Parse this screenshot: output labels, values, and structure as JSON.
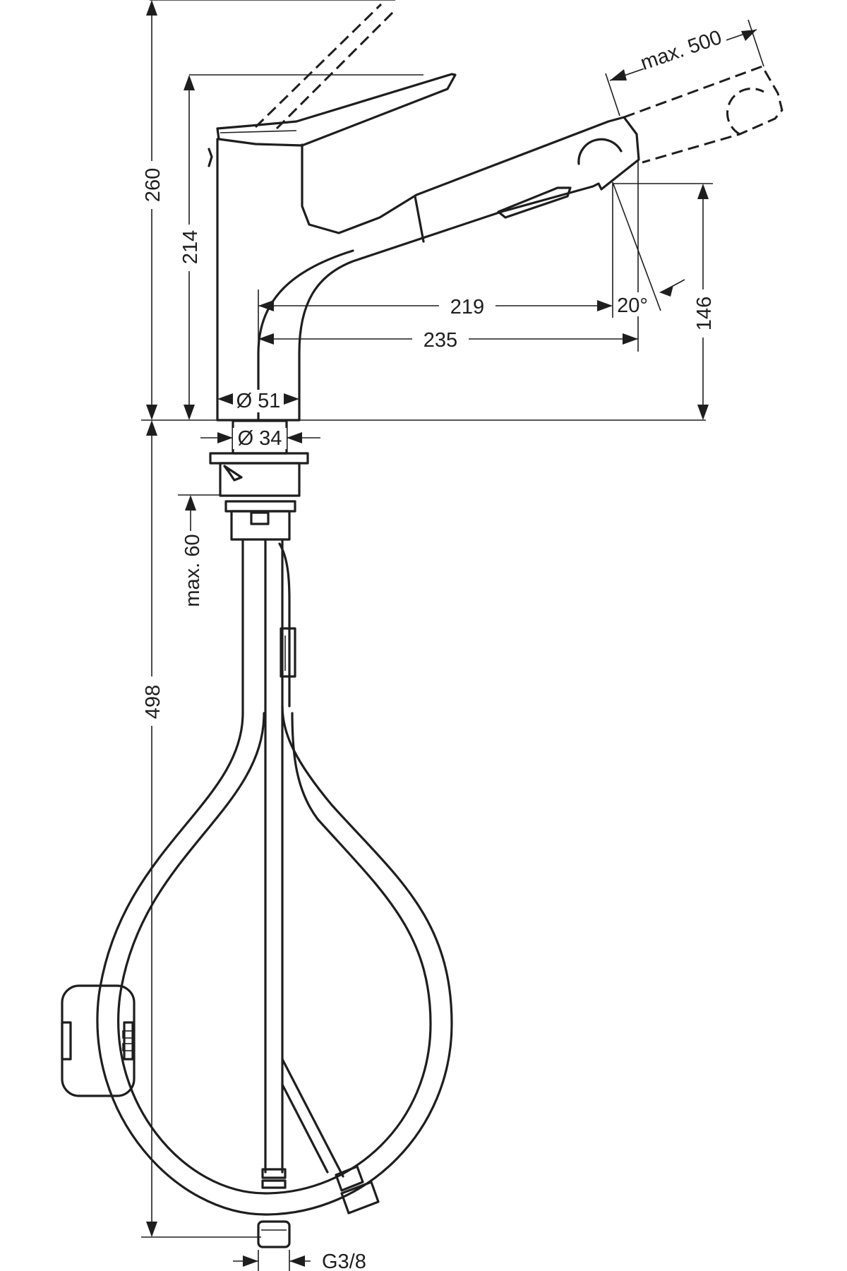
{
  "dimensions": {
    "height_total": "260",
    "height_spout": "214",
    "reach_219": "219",
    "reach_235": "235",
    "angle": "20°",
    "outlet_height": "146",
    "pullout": "max. 500",
    "body_diameter": "Ø 51",
    "shank_diameter": "Ø 34",
    "counter_thickness": "max. 60",
    "below_counter": "498",
    "connection": "G3/8"
  },
  "colors": {
    "line": "#1e1e1e",
    "background": "#ffffff"
  }
}
